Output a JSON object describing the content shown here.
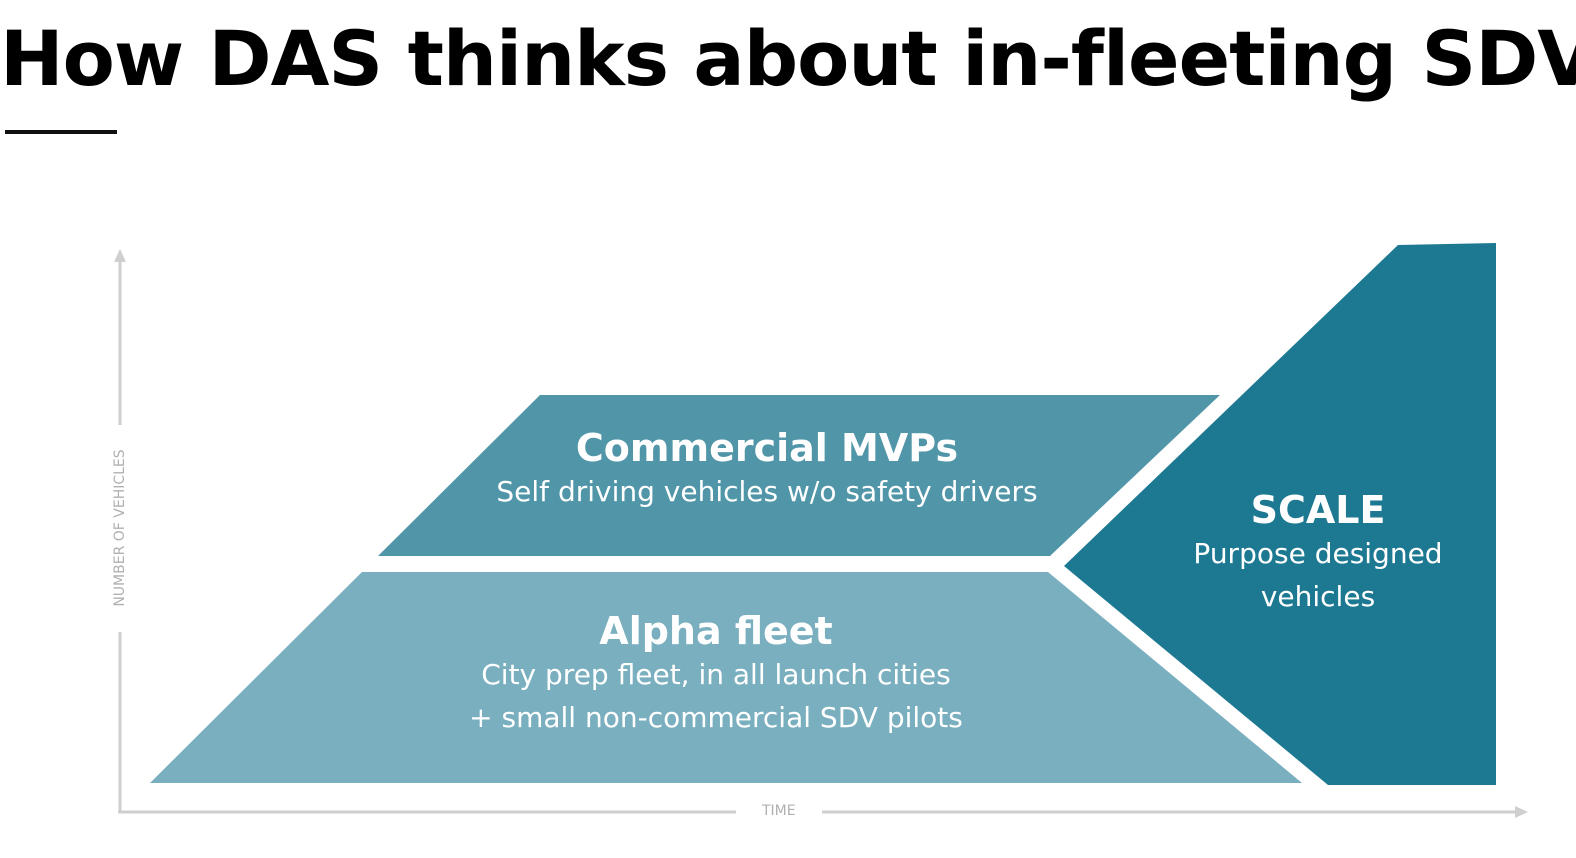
{
  "title": "How DAS thinks about in-fleeting SDVs",
  "axes": {
    "y_label": "NUMBER OF VEHICLES",
    "x_label": "TIME"
  },
  "stages": {
    "alpha": {
      "heading": "Alpha fleet",
      "line1": "City prep fleet, in all launch cities",
      "line2": "+ small non-commercial SDV pilots",
      "color": "#7aafbf"
    },
    "commercial": {
      "heading": "Commercial MVPs",
      "line1": "Self driving vehicles w/o safety drivers",
      "color": "#5096a8"
    },
    "scale": {
      "heading": "SCALE",
      "line1": "Purpose designed",
      "line2": "vehicles",
      "color": "#1d7892"
    }
  }
}
